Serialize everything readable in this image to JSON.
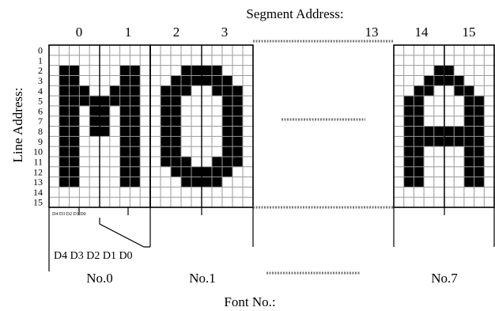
{
  "title": "Segment Address:",
  "y_axis_label": "Line Address:",
  "x_axis_label": "Font No.:",
  "segment_labels": [
    "0",
    "1",
    "2",
    "3",
    "13",
    "14",
    "15"
  ],
  "line_labels": [
    "0",
    "1",
    "2",
    "3",
    "4",
    "5",
    "6",
    "7",
    "8",
    "9",
    "10",
    "11",
    "12",
    "13",
    "14",
    "15"
  ],
  "bit_labels_small": "D4 D3 D2 D1 D0",
  "bit_labels_large": "D4 D3 D2 D1 D0",
  "font_labels": [
    "No.0",
    "No.1",
    "No.7"
  ],
  "glyphs": {
    "M": [
      "0000000000",
      "0000000000",
      "0110000110",
      "0110000110",
      "0111001110",
      "0111111110",
      "0110110110",
      "0110110110",
      "0110110110",
      "0110000110",
      "0110000110",
      "0110000110",
      "0110000110",
      "0110000110",
      "0000000000",
      "0000000000"
    ],
    "O": [
      "0000000000",
      "0000000000",
      "0001111000",
      "0011111100",
      "0111001110",
      "0110000110",
      "0110000110",
      "0110000110",
      "0110000110",
      "0110000110",
      "0110000110",
      "0111001110",
      "0011111100",
      "0001111000",
      "0000000000",
      "0000000000"
    ],
    "A": [
      "0000000000",
      "0000000000",
      "0000110000",
      "0001111000",
      "0011001100",
      "0110000110",
      "0110000110",
      "0110000110",
      "0111111110",
      "0111111110",
      "0110000110",
      "0110000110",
      "0110000110",
      "0110000110",
      "0000000000",
      "0000000000"
    ]
  },
  "colors": {
    "ink": "#000000",
    "grid": "#9a9a9a",
    "dash": "#777777"
  }
}
